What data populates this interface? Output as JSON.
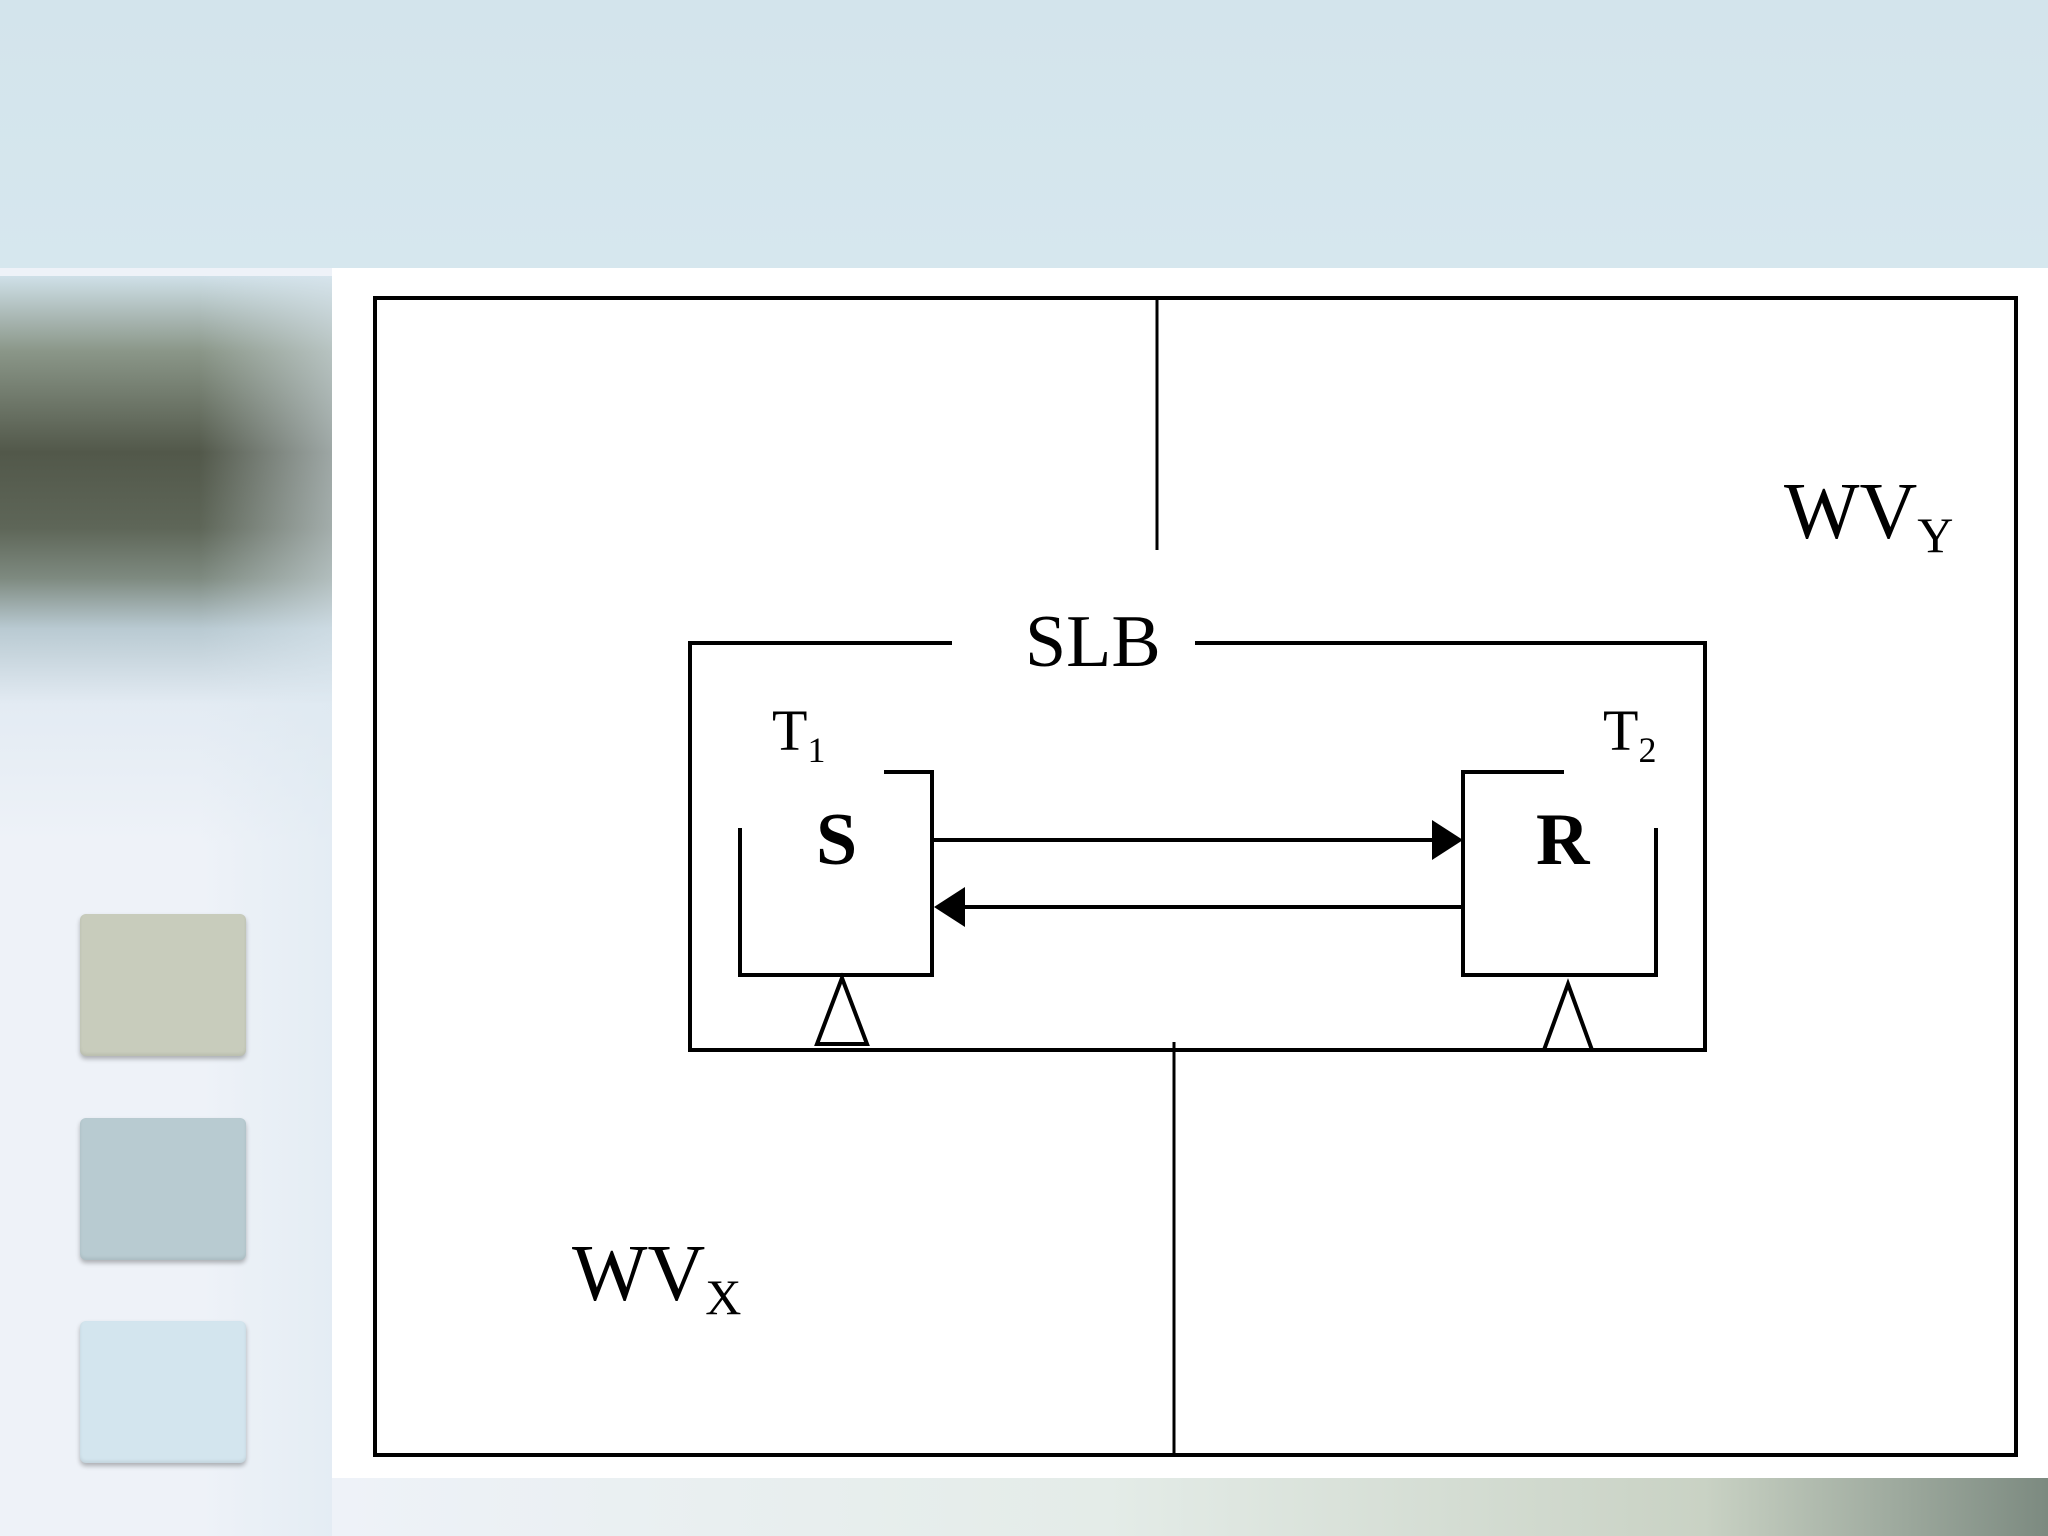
{
  "slide": {
    "swatches": [
      {
        "name": "swatch-olive",
        "color": "#c8ccbc"
      },
      {
        "name": "swatch-slate",
        "color": "#b8cbd1"
      },
      {
        "name": "swatch-sky",
        "color": "#d3e5ee"
      }
    ]
  },
  "diagram": {
    "regions": {
      "world_view_y": {
        "base": "WV",
        "sub": "Y"
      },
      "world_view_x": {
        "base": "WV",
        "sub": "X"
      }
    },
    "boundary_label": "SLB",
    "sender": {
      "label": "S",
      "tag_base": "T",
      "tag_sub": "1"
    },
    "receiver": {
      "label": "R",
      "tag_base": "T",
      "tag_sub": "2"
    }
  }
}
